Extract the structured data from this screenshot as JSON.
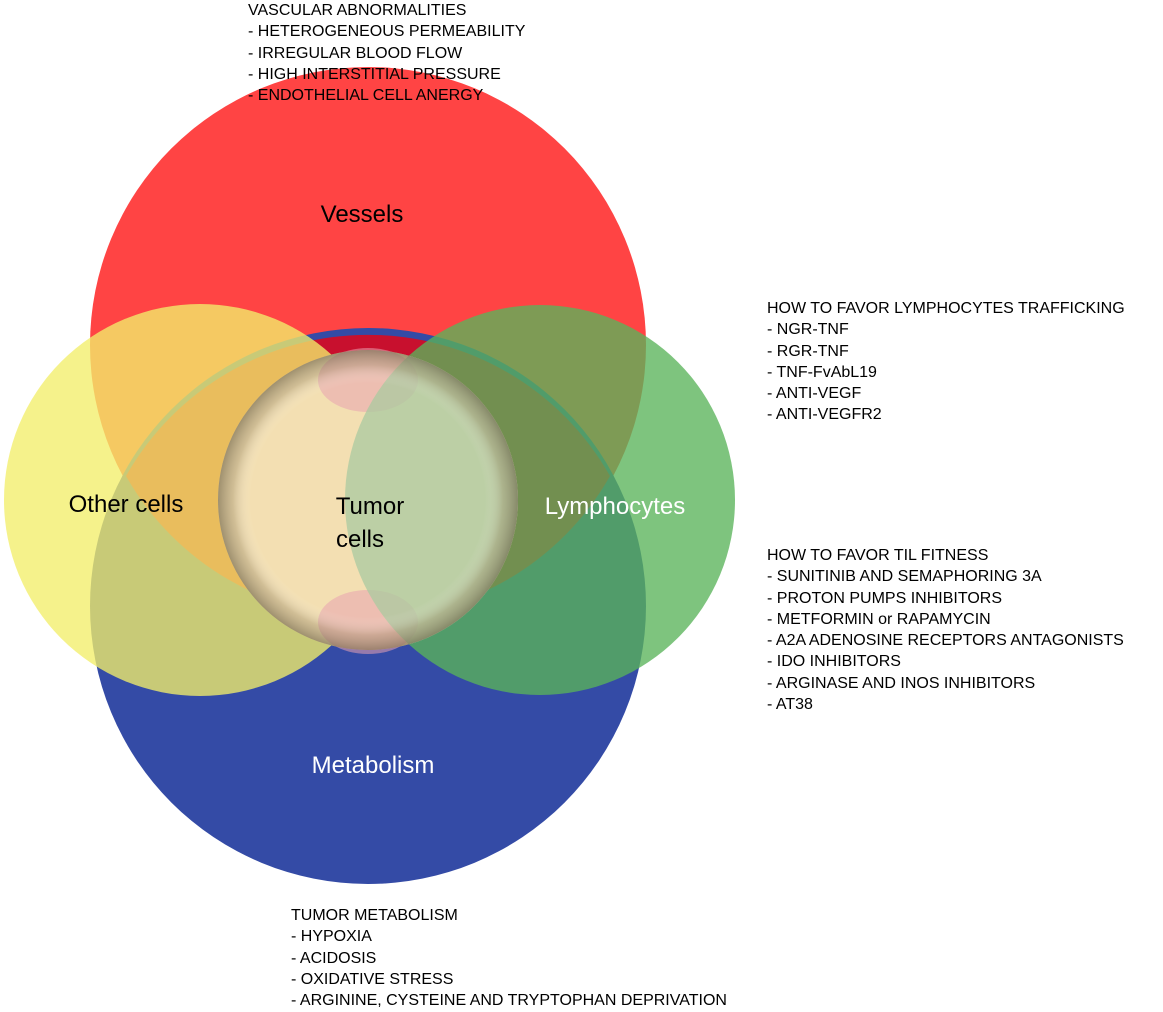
{
  "colors": {
    "vessels": "#ff4444",
    "vessels_deep": "#c8102e",
    "metabolism": "#344ba6",
    "other_cells": "#f2ee6a",
    "lymphocytes": "#5ab45a",
    "tumor_core": "#f3dfb2",
    "text_dark": "#000000",
    "text_light": "#ffffff"
  },
  "circles": {
    "vessels": {
      "label": "Vessels"
    },
    "metabolism": {
      "label": "Metabolism"
    },
    "other_cells": {
      "label": "Other cells"
    },
    "lymphocytes": {
      "label": "Lymphocytes"
    },
    "tumor_cells": {
      "label_line1": "Tumor",
      "label_line2": "cells"
    }
  },
  "notes": {
    "vessels": {
      "heading": "VASCULAR ABNORMALITIES",
      "items": [
        "- HETEROGENEOUS PERMEABILITY",
        "- IRREGULAR BLOOD FLOW",
        "- HIGH INTERSTITIAL PRESSURE",
        "- ENDOTHELIAL CELL ANERGY"
      ]
    },
    "lymphocyte_trafficking": {
      "heading": "HOW TO FAVOR LYMPHOCYTES TRAFFICKING",
      "items": [
        "- NGR-TNF",
        "- RGR-TNF",
        "- TNF-FvAbL19",
        "- ANTI-VEGF",
        "- ANTI-VEGFR2"
      ]
    },
    "til_fitness": {
      "heading": "HOW TO FAVOR TIL FITNESS",
      "items": [
        "- SUNITINIB AND SEMAPHORING 3A",
        "- PROTON PUMPS INHIBITORS",
        "- METFORMIN or RAPAMYCIN",
        "- A2A ADENOSINE RECEPTORS ANTAGONISTS",
        "- IDO INHIBITORS",
        "- ARGINASE AND INOS INHIBITORS",
        "- AT38"
      ]
    },
    "tumor_metabolism": {
      "heading": "TUMOR METABOLISM",
      "items": [
        "- HYPOXIA",
        "- ACIDOSIS",
        "- OXIDATIVE STRESS",
        "- ARGININE, CYSTEINE AND TRYPTOPHAN DEPRIVATION"
      ]
    }
  }
}
